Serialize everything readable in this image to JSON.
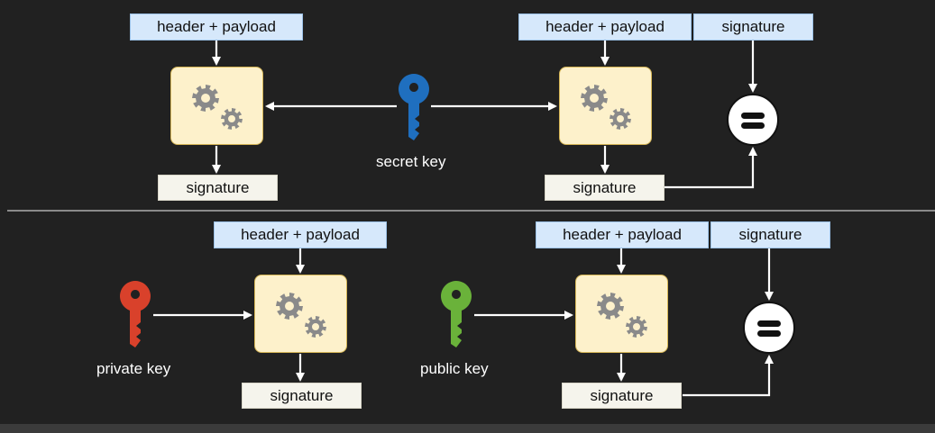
{
  "labels": {
    "header_payload": "header + payload",
    "signature": "signature",
    "secret_key": "secret key",
    "private_key": "private key",
    "public_key": "public key"
  },
  "colors": {
    "background": "#212121",
    "header_box": "#d6e8fb",
    "signature_box": "#f5f4ec",
    "process_fill": "#fdf1cb",
    "process_border": "#d6b656",
    "gear": "#8a8a8a",
    "secret_key": "#1f6fbf",
    "private_key": "#d9412b",
    "public_key": "#6ab23a",
    "arrow": "#ffffff"
  },
  "icons": {
    "process": "gears-icon",
    "compare": "equals-icon",
    "key": "key-icon"
  }
}
